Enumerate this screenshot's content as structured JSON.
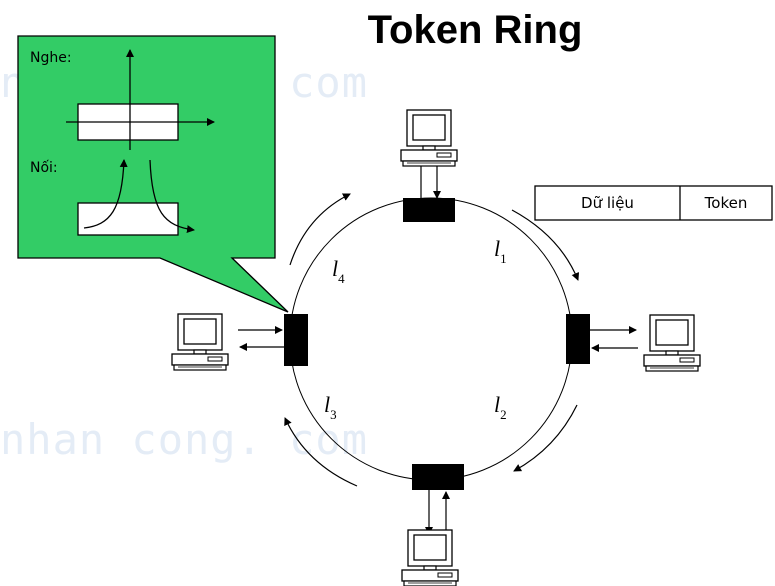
{
  "title": "Token Ring",
  "watermark": {
    "line1": "nhan cong. com",
    "line2": "nhan cong. com"
  },
  "callout": {
    "listen_label": "Nghe:",
    "connect_label": "Nối:",
    "background_color": "#33cc66"
  },
  "frame": {
    "data_label": "Dữ liệu",
    "token_label": "Token"
  },
  "links": {
    "l1": {
      "base": "l",
      "sub": "1"
    },
    "l2": {
      "base": "l",
      "sub": "2"
    },
    "l3": {
      "base": "l",
      "sub": "3"
    },
    "l4": {
      "base": "l",
      "sub": "4"
    }
  },
  "icons": [
    "computer-top-icon",
    "computer-right-icon",
    "computer-bottom-icon",
    "computer-left-icon"
  ]
}
